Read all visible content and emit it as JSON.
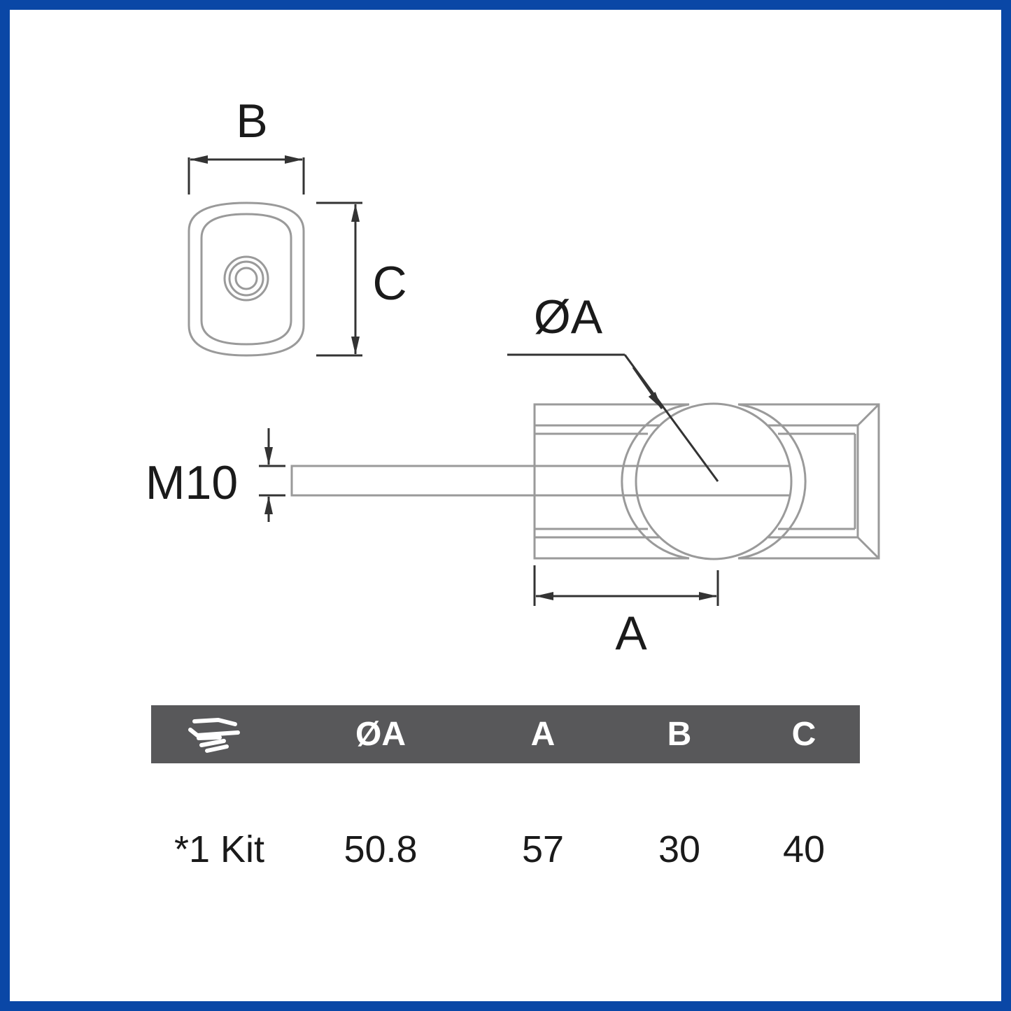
{
  "drawing": {
    "labels": {
      "b": "B",
      "c": "C",
      "phi_a": "ØA",
      "m10": "M10",
      "a": "A"
    }
  },
  "table": {
    "header": {
      "icon": "kit-box-icon",
      "col_phi_a": "ØA",
      "col_a": "A",
      "col_b": "B",
      "col_c": "C"
    },
    "row": {
      "kit": "*1 Kit",
      "phi_a": "50.8",
      "a": "57",
      "b": "30",
      "c": "40"
    }
  },
  "colors": {
    "border": "#0a47a6",
    "header_bg": "#58585a",
    "line": "#9a9a9a",
    "dim_line": "#333333"
  }
}
